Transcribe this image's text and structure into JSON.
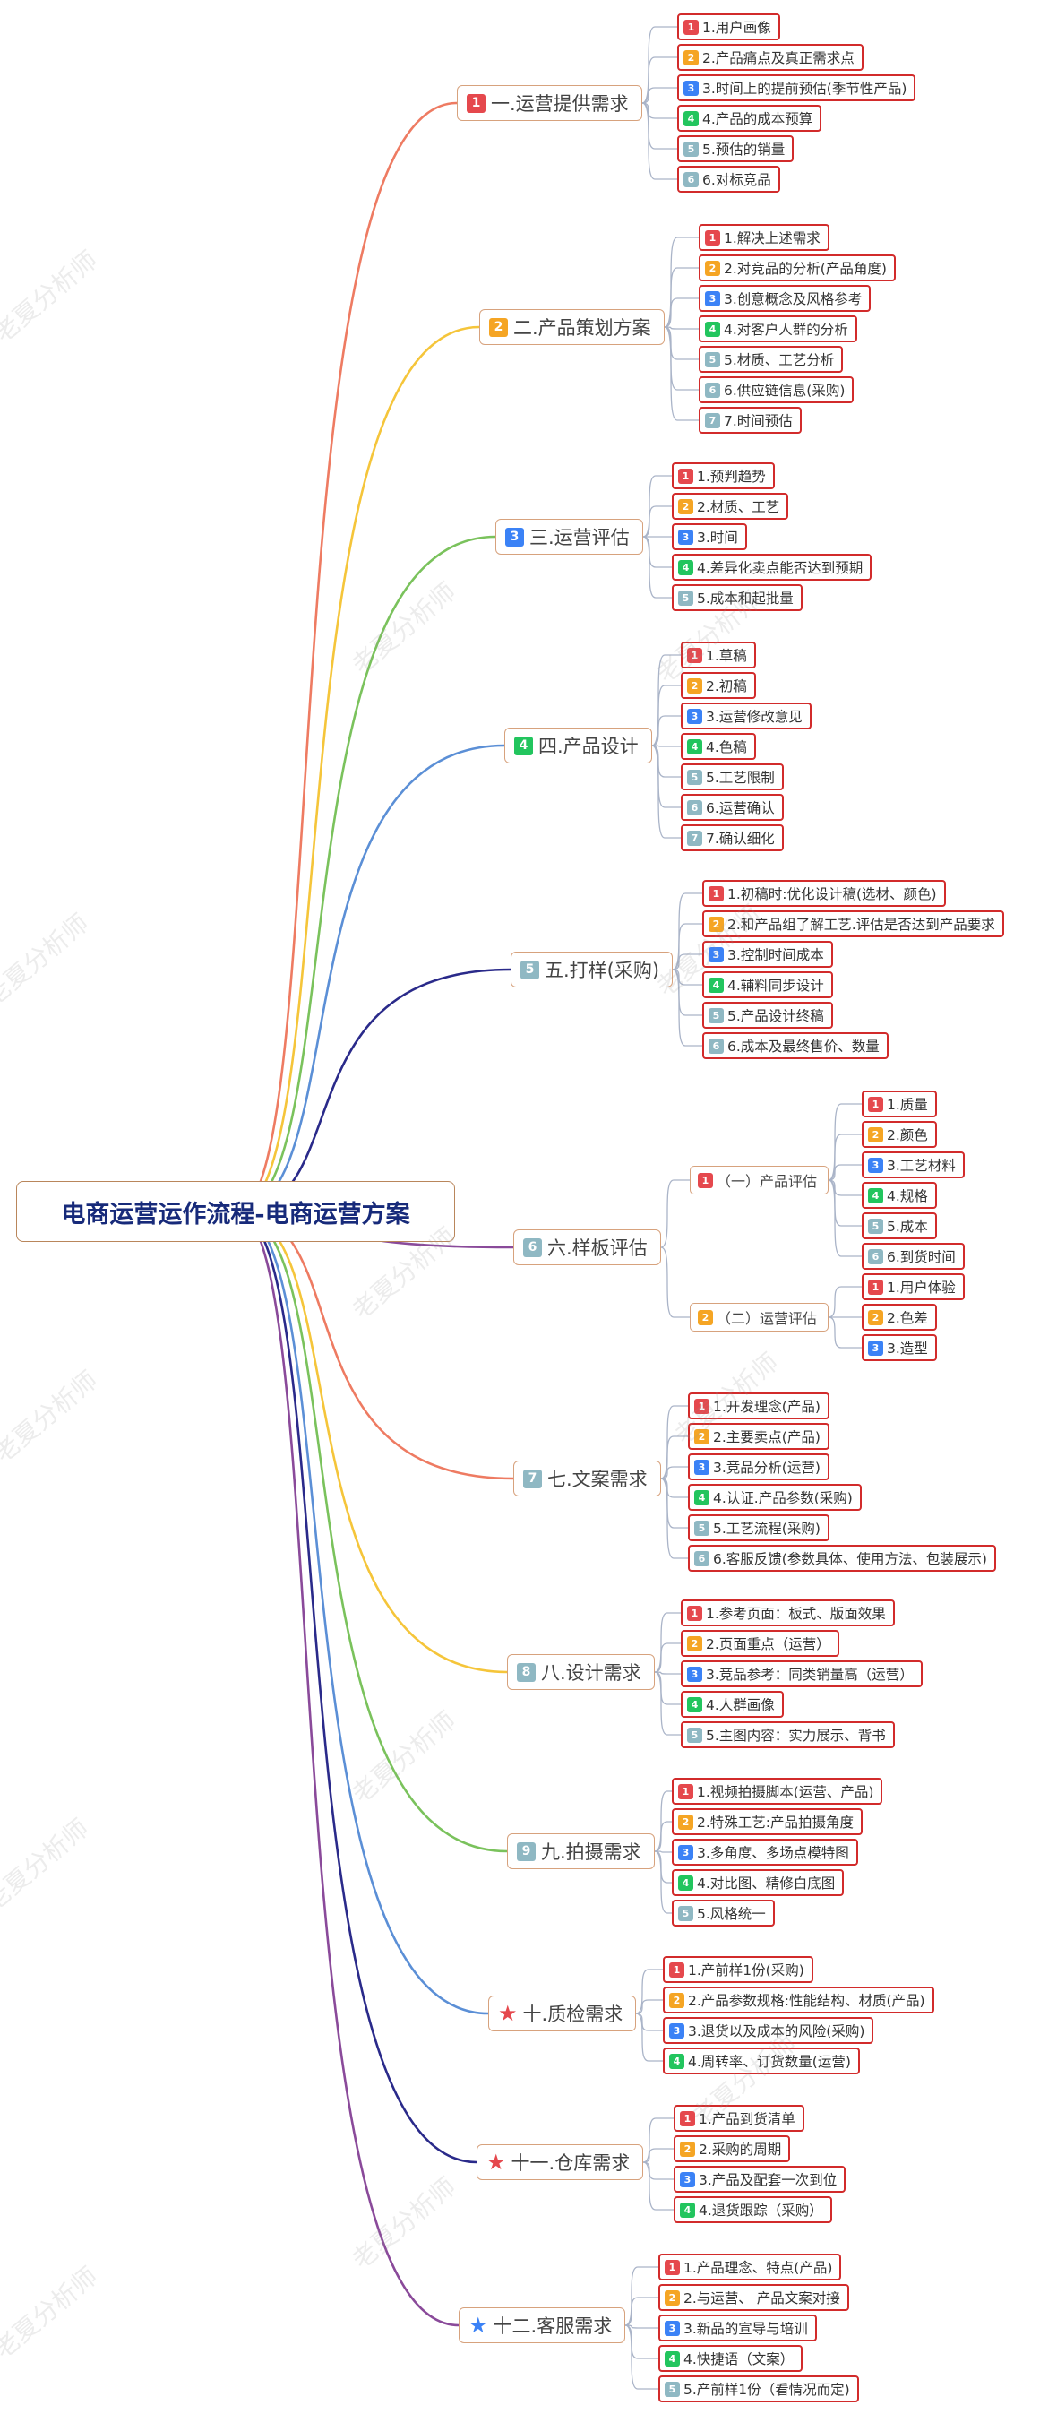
{
  "root": "电商运营运作流程-电商运营方案",
  "watermark": "老夏分析师",
  "badge_colors": {
    "1": "#e5484d",
    "2": "#f5a524",
    "3": "#3b82f6",
    "4": "#22c55e",
    "5": "#8fb8c3",
    "6": "#8fb8c3",
    "7": "#8fb8c3"
  },
  "branches": [
    {
      "marker": "1",
      "color": "#ee7b62",
      "label": "一.运营提供需求",
      "leaves": [
        "1.用户画像",
        "2.产品痛点及真正需求点",
        "3.时间上的提前预估(季节性产品)",
        "4.产品的成本预算",
        "5.预估的销量",
        "6.对标竞品"
      ]
    },
    {
      "marker": "2",
      "color": "#f5c53a",
      "label": "二.产品策划方案",
      "leaves": [
        "1.解决上述需求",
        "2.对竞品的分析(产品角度)",
        "3.创意概念及风格参考",
        "4.对客户人群的分析",
        "5.材质、工艺分析",
        "6.供应链信息(采购)",
        "7.时间预估"
      ]
    },
    {
      "marker": "3",
      "color": "#7ac25c",
      "label": "三.运营评估",
      "leaves": [
        "1.预判趋势",
        "2.材质、工艺",
        "3.时间",
        "4.差异化卖点能否达到预期",
        "5.成本和起批量"
      ]
    },
    {
      "marker": "4",
      "color": "#5b8fd6",
      "label": "四.产品设计",
      "leaves": [
        "1.草稿",
        "2.初稿",
        "3.运营修改意见",
        "4.色稿",
        "5.工艺限制",
        "6.运营确认",
        "7.确认细化"
      ]
    },
    {
      "marker": "5",
      "color": "#2a2a8a",
      "label": "五.打样(采购)",
      "leaves": [
        "1.初稿时:优化设计稿(选材、颜色)",
        "2.和产品组了解工艺.评估是否达到产品要求",
        "3.控制时间成本",
        "4.辅料同步设计",
        "5.产品设计终稿",
        "6.成本及最终售价、数量"
      ]
    },
    {
      "marker": "6",
      "color": "#8a4a9a",
      "label": "六.样板评估",
      "subs": [
        {
          "marker": "1",
          "label": "（一）产品评估",
          "leaves": [
            "1.质量",
            "2.颜色",
            "3.工艺材料",
            "4.规格",
            "5.成本",
            "6.到货时间"
          ]
        },
        {
          "marker": "2",
          "label": "（二）运营评估",
          "leaves": [
            "1.用户体验",
            "2.色差",
            "3.造型"
          ]
        }
      ]
    },
    {
      "marker": "7",
      "color": "#ee7b62",
      "label": "七.文案需求",
      "leaves": [
        "1.开发理念(产品)",
        "2.主要卖点(产品)",
        "3.竞品分析(运营)",
        "4.认证.产品参数(采购)",
        "5.工艺流程(采购)",
        "6.客服反馈(参数具体、使用方法、包装展示)"
      ]
    },
    {
      "marker": "8",
      "color": "#f5c53a",
      "label": "八.设计需求",
      "leaves": [
        "1.参考页面：板式、版面效果",
        "2.页面重点（运营）",
        "3.竞品参考：同类销量高（运营）",
        "4.人群画像",
        "5.主图内容：实力展示、背书"
      ]
    },
    {
      "marker": "9",
      "color": "#7ac25c",
      "label": "九.拍摄需求",
      "leaves": [
        "1.视频拍摄脚本(运营、产品)",
        "2.特殊工艺:产品拍摄角度",
        "3.多角度、多场点模特图",
        "4.对比图、精修白底图",
        "5.风格统一"
      ]
    },
    {
      "marker": "star-red",
      "color": "#5b8fd6",
      "label": "十.质检需求",
      "leaves": [
        "1.产前样1份(采购)",
        "2.产品参数规格:性能结构、材质(产品)",
        "3.退货以及成本的风险(采购)",
        "4.周转率、订货数量(运营)"
      ]
    },
    {
      "marker": "star-red",
      "color": "#2a2a8a",
      "label": "十一.仓库需求",
      "leaves": [
        "1.产品到货清单",
        "2.采购的周期",
        "3.产品及配套一次到位",
        "4.退货跟踪（采购）"
      ]
    },
    {
      "marker": "star-blue",
      "color": "#8a4a9a",
      "label": "十二.客服需求",
      "leaves": [
        "1.产品理念、特点(产品)",
        "2.与运营、 产品文案对接",
        "3.新品的宣导与培训",
        "4.快捷语（文案）",
        "5.产前样1份（看情况而定)"
      ]
    }
  ]
}
